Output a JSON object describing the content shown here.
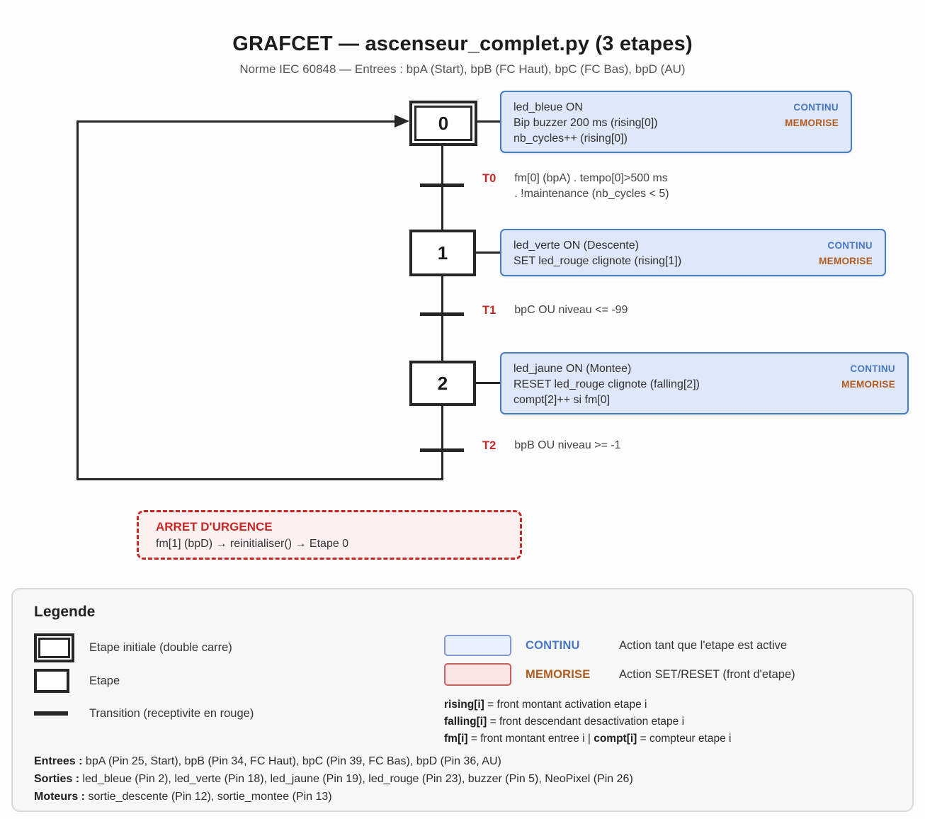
{
  "header": {
    "title": "GRAFCET — ascenseur_complet.py (3 etapes)",
    "subtitle": "Norme IEC 60848 — Entrees : bpA (Start), bpB (FC Haut), bpC (FC Bas), bpD (AU)"
  },
  "diagram": {
    "steps": [
      {
        "label": "0",
        "type": "etape-initiale",
        "actions": [
          "led_bleue ON",
          "Bip buzzer 200 ms (rising[0])",
          "nb_cycles++ (rising[0])"
        ],
        "tags": [
          "CONTINU",
          "MEMORISE"
        ]
      },
      {
        "label": "1",
        "type": "etape",
        "actions": [
          "led_verte ON (Descente)",
          "SET led_rouge clignote (rising[1])"
        ],
        "tags": [
          "CONTINU",
          "MEMORISE"
        ]
      },
      {
        "label": "2",
        "type": "etape",
        "actions": [
          "led_jaune ON (Montee)",
          "RESET led_rouge clignote (falling[2])",
          "compt[2]++ si fm[0]"
        ],
        "tags": [
          "CONTINU",
          "MEMORISE"
        ]
      }
    ],
    "transitions": [
      {
        "label": "T0",
        "condition": [
          "fm[0] (bpA) . tempo[0]>500 ms",
          ". !maintenance (nb_cycles < 5)"
        ]
      },
      {
        "label": "T1",
        "condition": [
          "bpC OU niveau <= -99"
        ]
      },
      {
        "label": "T2",
        "condition": [
          "bpB OU niveau >= -1"
        ]
      }
    ],
    "emergency": {
      "title": "ARRET D'URGENCE",
      "text": "fm[1] (bpD) → reinitialiser() → Etape 0"
    }
  },
  "legend": {
    "title": "Legende",
    "items": [
      {
        "label": "Etape initiale (double carre)"
      },
      {
        "label": "Etape"
      },
      {
        "label": "Transition (receptivite en rouge)"
      }
    ],
    "tags": [
      {
        "name": "CONTINU",
        "desc": "Action tant que l'etape est active"
      },
      {
        "name": "MEMORISE",
        "desc": "Action SET/RESET (front d'etape)"
      }
    ],
    "definitions": [
      {
        "term": "rising[i]",
        "rest": " = front montant activation etape i"
      },
      {
        "term": "falling[i]",
        "rest": " = front descendant desactivation etape i"
      },
      {
        "term": "fm[i]",
        "rest": " = front montant entree i | ",
        "term2": "compt[i]",
        "rest2": " = compteur etape i"
      }
    ],
    "io": [
      {
        "label": "Entrees :",
        "text": " bpA (Pin 25, Start), bpB (Pin 34, FC Haut), bpC (Pin 39, FC Bas), bpD (Pin 36, AU)"
      },
      {
        "label": "Sorties :",
        "text": " led_bleue (Pin 2), led_verte (Pin 18), led_jaune (Pin 19), led_rouge (Pin 23), buzzer (Pin 5), NeoPixel (Pin 26)"
      },
      {
        "label": "Moteurs :",
        "text": " sortie_descente (Pin 12), sortie_montee (Pin 13)"
      }
    ]
  },
  "colors": {
    "red": "#c62828",
    "blue": "#4977c4",
    "orange": "#b05a1e",
    "action_bg": "#dfe8f9",
    "action_border": "#4a7dc0"
  }
}
